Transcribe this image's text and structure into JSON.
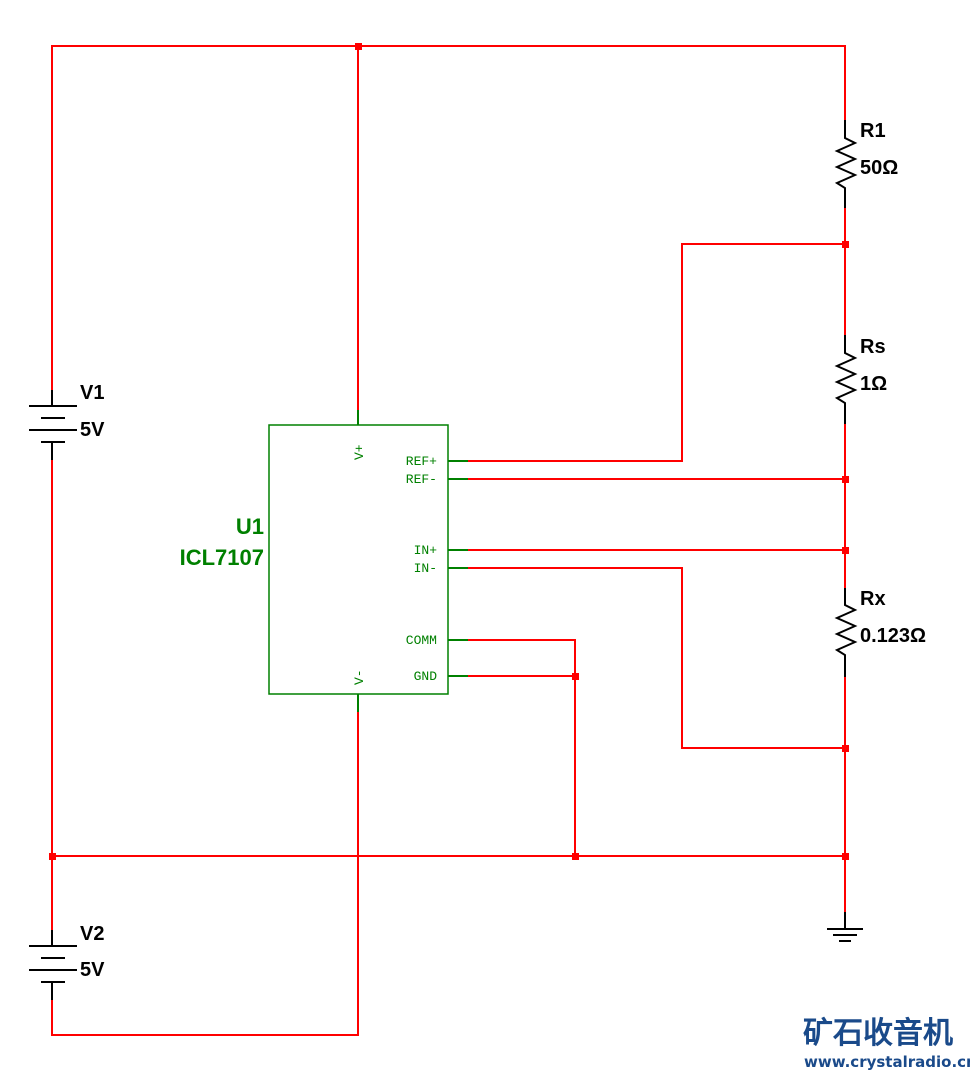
{
  "diagram": {
    "type": "circuit-schematic",
    "components": {
      "V1": {
        "ref": "V1",
        "value": "5V",
        "kind": "battery"
      },
      "V2": {
        "ref": "V2",
        "value": "5V",
        "kind": "battery"
      },
      "R1": {
        "ref": "R1",
        "value": "50Ω",
        "kind": "resistor"
      },
      "Rs": {
        "ref": "Rs",
        "value": "1Ω",
        "kind": "resistor"
      },
      "Rx": {
        "ref": "Rx",
        "value": "0.123Ω",
        "kind": "resistor"
      },
      "U1": {
        "ref": "U1",
        "value": "ICL7107",
        "kind": "ic",
        "pins": {
          "vplus": "V+",
          "vminus": "V-",
          "refplus": "REF+",
          "refminus": "REF-",
          "inplus": "IN+",
          "inminus": "IN-",
          "comm": "COMM",
          "gnd": "GND"
        }
      },
      "GND": {
        "kind": "ground"
      }
    },
    "connections": [
      "V1+ / U1 V+ / R1 top (top rail)",
      "R1 bottom / Rs top -> U1 REF+",
      "Rs bottom / Rx top -> U1 REF-, U1 IN+",
      "Rx bottom -> U1 IN-",
      "V1- / V2+ / U1 COMM / U1 GND / Rx bottom / ground (common rail)",
      "V2- -> U1 V-"
    ],
    "colors": {
      "wire": "#ff0000",
      "component": "#000000",
      "ic": "#008000",
      "watermark": "#1a4a8a"
    }
  },
  "watermark": {
    "title": "矿石收音机",
    "url": "www.crystalradio.cn"
  }
}
